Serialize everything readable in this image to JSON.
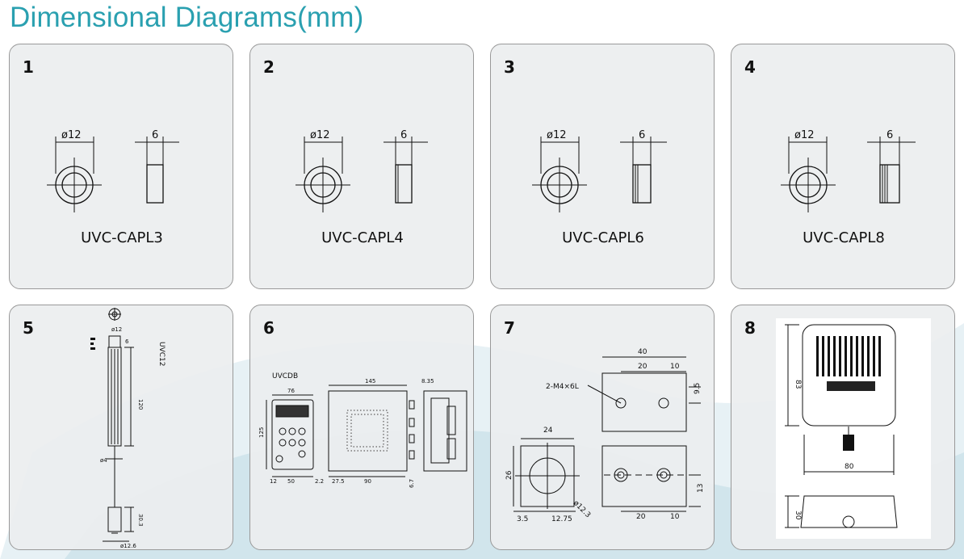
{
  "title": "Dimensional Diagrams(mm)",
  "panels": [
    {
      "num": "1",
      "model": "UVC-CAPL3",
      "dia": "ø12",
      "width": "6"
    },
    {
      "num": "2",
      "model": "UVC-CAPL4",
      "dia": "ø12",
      "width": "6"
    },
    {
      "num": "3",
      "model": "UVC-CAPL6",
      "dia": "ø12",
      "width": "6"
    },
    {
      "num": "4",
      "model": "UVC-CAPL8",
      "dia": "ø12",
      "width": "6"
    },
    {
      "num": "5",
      "model": "UVC12",
      "dims": [
        "ø12",
        "6",
        "120",
        "ø4",
        "30.3",
        "ø12.6"
      ]
    },
    {
      "num": "6",
      "model": "UVCDB",
      "dims": [
        "76",
        "145",
        "8.35",
        "125",
        "12",
        "50",
        "2.2",
        "27.5",
        "90",
        "6.7"
      ]
    },
    {
      "num": "7",
      "callout": "2-M4×6L",
      "dims": [
        "40",
        "20",
        "10",
        "9.5",
        "24",
        "26",
        "3.5",
        "12.75",
        "ø12.3",
        "13",
        "20",
        "10"
      ]
    },
    {
      "num": "8",
      "dims": [
        "83",
        "80",
        "30"
      ]
    }
  ]
}
